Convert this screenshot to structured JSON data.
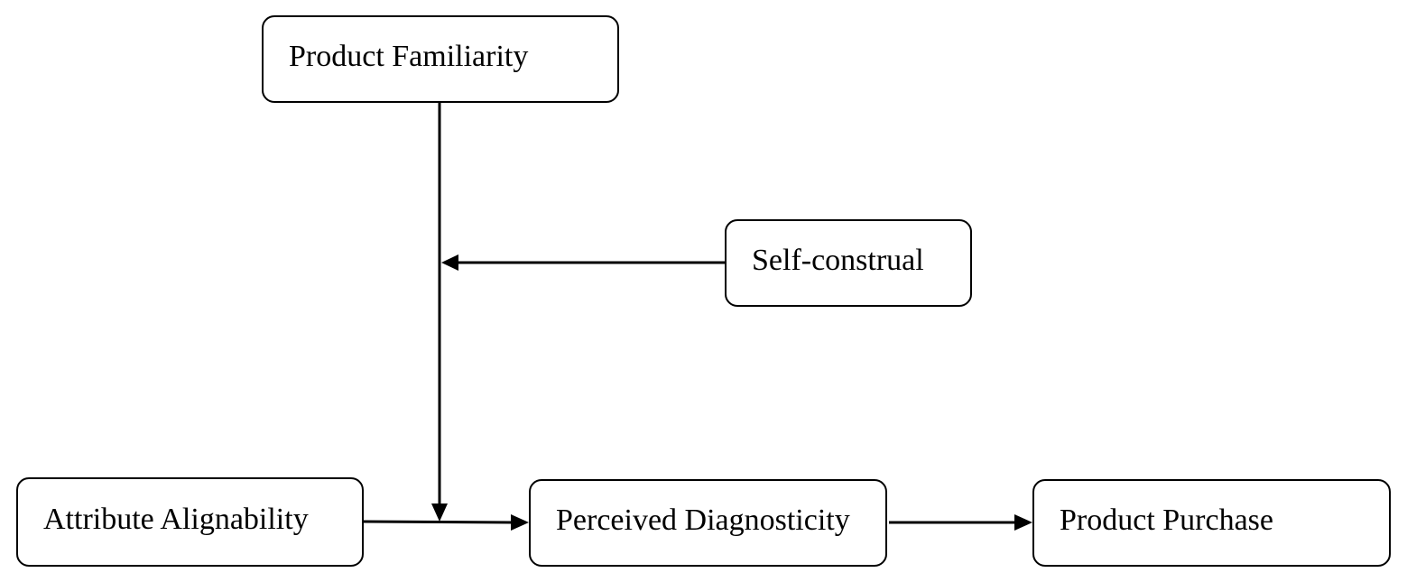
{
  "diagram": {
    "nodes": {
      "product_familiarity": "Product Familiarity",
      "self_construal": "Self-construal",
      "attribute_alignability": "Attribute Alignability",
      "perceived_diagnosticity": "Perceived Diagnosticity",
      "product_purchase": "Product Purchase"
    },
    "edges": [
      {
        "from": "Attribute Alignability",
        "to": "Perceived Diagnosticity"
      },
      {
        "from": "Perceived Diagnosticity",
        "to": "Product Purchase"
      },
      {
        "from": "Product Familiarity",
        "to": "Attribute Alignability → Perceived Diagnosticity path"
      },
      {
        "from": "Self-construal",
        "to": "Product Familiarity moderation path"
      }
    ],
    "colors": {
      "stroke": "#000000",
      "background": "#ffffff"
    }
  }
}
